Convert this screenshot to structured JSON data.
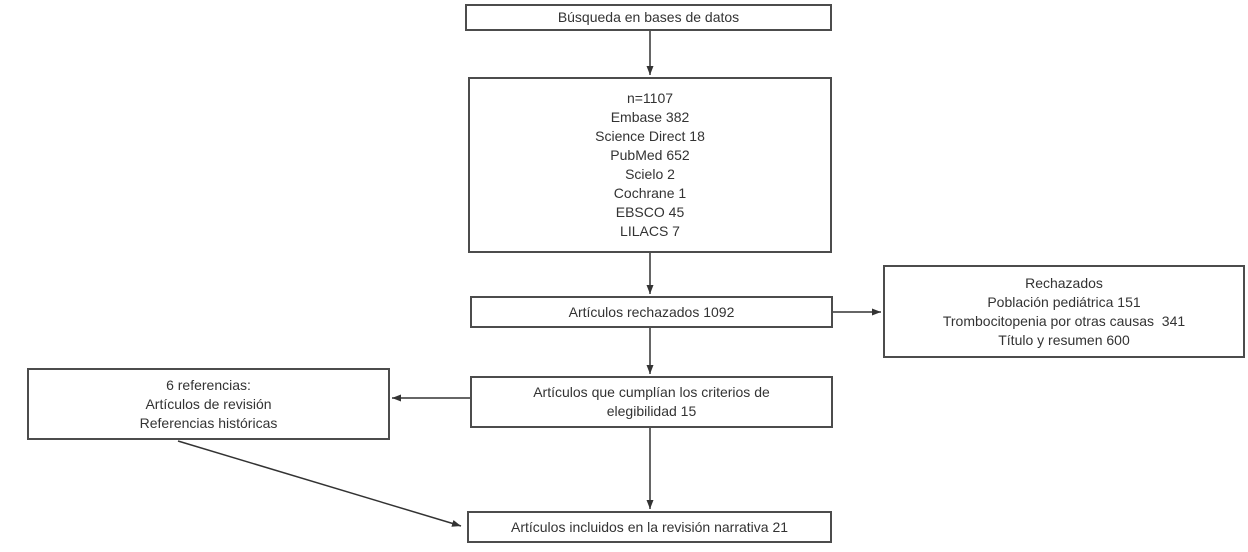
{
  "boxes": {
    "search": {
      "lines": [
        "Búsqueda en bases de datos"
      ]
    },
    "identified": {
      "lines": [
        "n=1107",
        "Embase 382",
        "Science Direct 18",
        "PubMed 652",
        "Scielo 2",
        "Cochrane 1",
        "EBSCO 45",
        "LILACS 7"
      ]
    },
    "rejected": {
      "lines": [
        "Artículos rechazados 1092"
      ]
    },
    "rejection_reasons": {
      "lines": [
        "Rechazados",
        "Población pediátrica 151",
        "Trombocitopenia por otras causas  341",
        "Título y resumen 600"
      ]
    },
    "references": {
      "lines": [
        "6 referencias:",
        "Artículos de revisión",
        "Referencias históricas"
      ]
    },
    "eligible": {
      "lines": [
        "Artículos que cumplían los criterios de",
        "elegibilidad 15"
      ]
    },
    "included": {
      "lines": [
        "Artículos incluidos en la revisión narrativa 21"
      ]
    }
  },
  "colors": {
    "border": "#4c4c4c",
    "text": "#333333",
    "arrow": "#333333",
    "background": "#ffffff"
  }
}
